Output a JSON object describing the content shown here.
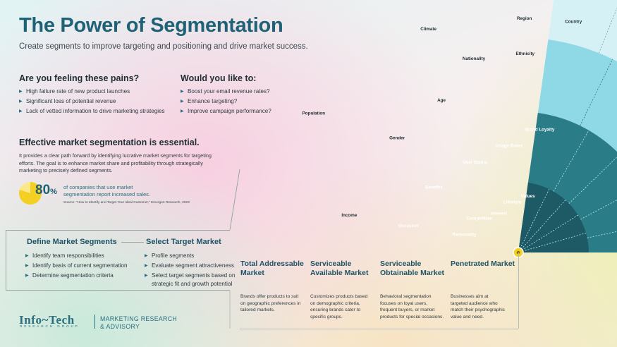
{
  "header": {
    "title": "The Power of Segmentation",
    "subtitle": "Create segments to improve targeting and positioning and drive market success."
  },
  "pains": {
    "heading": "Are you feeling these pains?",
    "items": [
      "High failure rate of new product launches",
      "Significant loss of potential revenue",
      "Lack of vetted information to drive marketing strategies"
    ]
  },
  "wishes": {
    "heading": "Would you like to:",
    "items": [
      "Boost your email revenue rates?",
      "Enhance targeting?",
      "Improve campaign performance?"
    ]
  },
  "essential": {
    "heading": "Effective market segmentation is essential.",
    "body": "It provides a clear path forward by identifying lucrative market segments for targeting efforts. The goal is to enhance market share and profitability through strategically marketing to precisely defined segments."
  },
  "stat": {
    "value": "80",
    "unit": "%",
    "fraction": 0.8,
    "description": "of companies that use market segmentation report increased sales.",
    "source": "Source: \"How to Identify and Target Your Ideal Customer,\" Emergen Research, 2023"
  },
  "define": {
    "heading": "Define Market Segments",
    "items": [
      "Identify team responsibilities",
      "Identify basis of current segmentation",
      "Determine segmentation criteria"
    ]
  },
  "select": {
    "heading": "Select Target Market",
    "items": [
      "Profile segments",
      "Evaluate segment attractiveness",
      "Select target segments based on",
      "strategic fit and growth potential"
    ]
  },
  "logo": {
    "name": "Info~Tech",
    "sub": "RESEARCH GROUP",
    "tag1": "MARKETING RESEARCH",
    "tag2": "& ADVISORY"
  },
  "rings": {
    "total": [
      "Region",
      "Country",
      "Climate",
      "Nationality",
      "Ethnicity",
      "Population"
    ],
    "serviceable": [
      "Age",
      "Gender",
      "Income"
    ],
    "obtainable": [
      "Brand Loyalty",
      "Usage Rates",
      "User Status",
      "Benefits",
      "Occasion"
    ],
    "penetrated": [
      "Values",
      "Lifestyle",
      "Interest",
      "Competition",
      "Personality"
    ]
  },
  "colors": {
    "total": "#d6f1f5",
    "serviceable": "#8fd9e6",
    "obtainable": "#2a7d86",
    "penetrated": "#1d5a66",
    "accent": "#f4cf24"
  },
  "segments": [
    {
      "title": "Total Addressable Market",
      "desc": [
        "Brands offer products to suit",
        "on geographic preferences in",
        "tailored markets."
      ]
    },
    {
      "title": "Serviceable Available Market",
      "desc": [
        "Customizes products based",
        "on demographic criteria,",
        "ensuring brands cater to",
        "specific groups."
      ]
    },
    {
      "title": "Serviceable Obtainable Market",
      "desc": [
        "Behavioral segmentation",
        "focuses on loyal users,",
        "frequent buyers, or market",
        "products for special occasions."
      ]
    },
    {
      "title": "Penetrated Market",
      "desc": [
        "Businesses aim at",
        "targeted audience who",
        "match their psychographic",
        "value and need."
      ]
    }
  ]
}
